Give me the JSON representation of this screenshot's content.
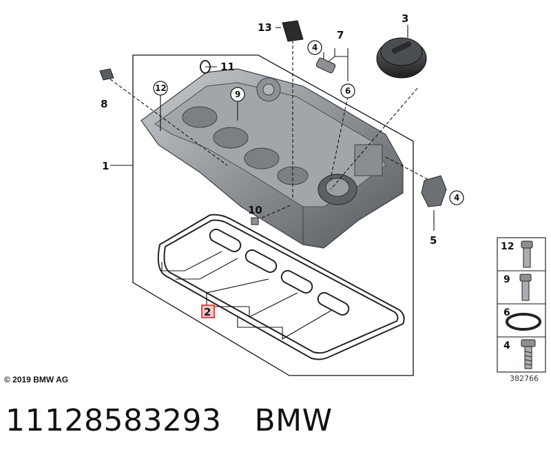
{
  "diagram": {
    "labels": {
      "p1": "1",
      "p2": "2",
      "p3": "3",
      "p5": "5",
      "p7": "7",
      "p8": "8",
      "p10": "10",
      "p11": "11",
      "p13": "13",
      "c4a": "4",
      "c4b": "4",
      "c6": "6",
      "c9": "9",
      "c12": "12"
    },
    "legend": [
      {
        "number": "12"
      },
      {
        "number": "9"
      },
      {
        "number": "6"
      },
      {
        "number": "4"
      }
    ],
    "ref_number": "382766",
    "copyright": "© 2019 BMW AG"
  },
  "footer": {
    "part_number": "11128583293",
    "brand": "BMW"
  },
  "colors": {
    "highlight": "#e02020",
    "line": "#111111",
    "metal_dark": "#5f6368",
    "metal_light": "#b9bdc2"
  }
}
